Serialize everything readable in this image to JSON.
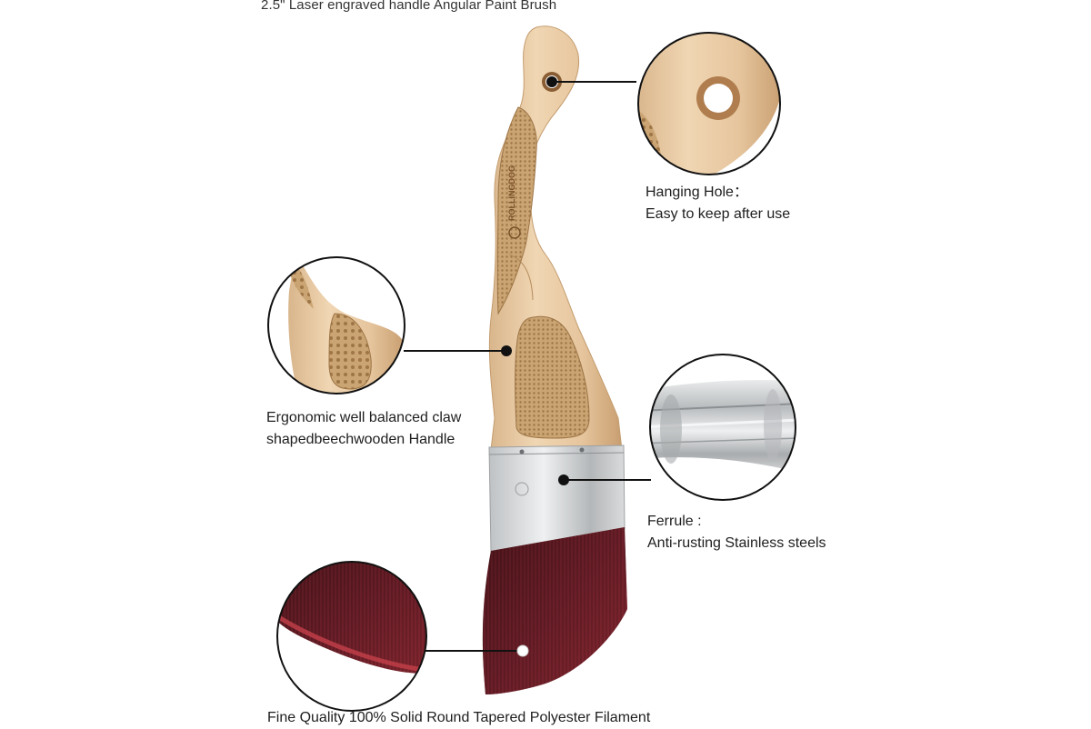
{
  "title": "2.5\"  Laser engraved handle Angular Paint Brush",
  "brand": "ROLLINGDOG",
  "callouts": {
    "hanging_hole": {
      "line1": "Hanging Hole：",
      "line2": "Easy to keep after use"
    },
    "handle": {
      "line1": "Ergonomic well balanced claw",
      "line2": "shapedbeechwooden Handle"
    },
    "ferrule": {
      "line1": "Ferrule :",
      "line2": "Anti-rusting Stainless steels"
    },
    "filament": {
      "line1": "Fine Quality 100% Solid Round Tapered Polyester Filament"
    }
  },
  "colors": {
    "wood": "#e8c9a3",
    "wood_dark": "#c99d6c",
    "engraving": "#c9a371",
    "steel": "#c9cbcc",
    "bristle": "#5a1a22",
    "bristle_tip": "#a8323c"
  }
}
